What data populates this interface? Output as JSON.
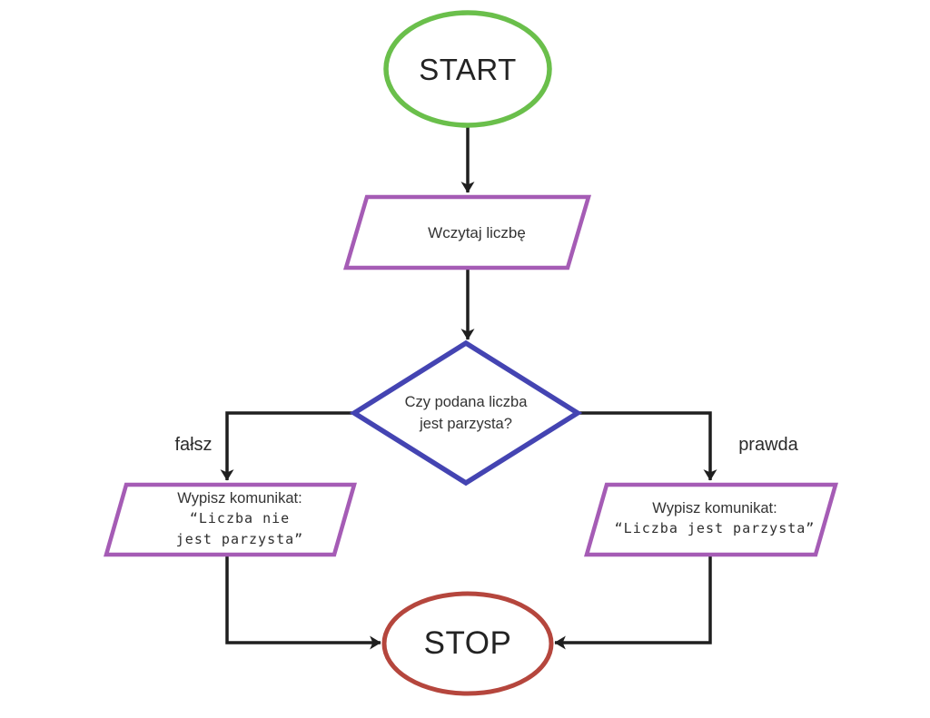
{
  "diagram": {
    "type": "flowchart",
    "language": "pl",
    "colors": {
      "start_stroke": "#6abf4b",
      "io_stroke": "#a55cb5",
      "decision_stroke": "#4444b2",
      "stop_stroke": "#b5463d",
      "connector": "#1f1f1f"
    },
    "nodes": {
      "start": {
        "type": "terminator",
        "label": "START"
      },
      "input": {
        "type": "input-output",
        "label": "Wczytaj liczbę"
      },
      "decision": {
        "type": "decision",
        "label": "Czy podana liczba\njest parzysta?"
      },
      "output_false": {
        "type": "input-output",
        "title": "Wypisz komunikat:",
        "message": "“Liczba nie\njest parzysta”"
      },
      "output_true": {
        "type": "input-output",
        "title": "Wypisz komunikat:",
        "message": "“Liczba jest parzysta”"
      },
      "stop": {
        "type": "terminator",
        "label": "STOP"
      }
    },
    "edges": {
      "start_to_input": {
        "from": "start",
        "to": "input",
        "label": ""
      },
      "input_to_decision": {
        "from": "input",
        "to": "decision",
        "label": ""
      },
      "decision_false": {
        "from": "decision",
        "to": "output_false",
        "label": "fałsz"
      },
      "decision_true": {
        "from": "decision",
        "to": "output_true",
        "label": "prawda"
      },
      "false_to_stop": {
        "from": "output_false",
        "to": "stop",
        "label": ""
      },
      "true_to_stop": {
        "from": "output_true",
        "to": "stop",
        "label": ""
      }
    }
  }
}
